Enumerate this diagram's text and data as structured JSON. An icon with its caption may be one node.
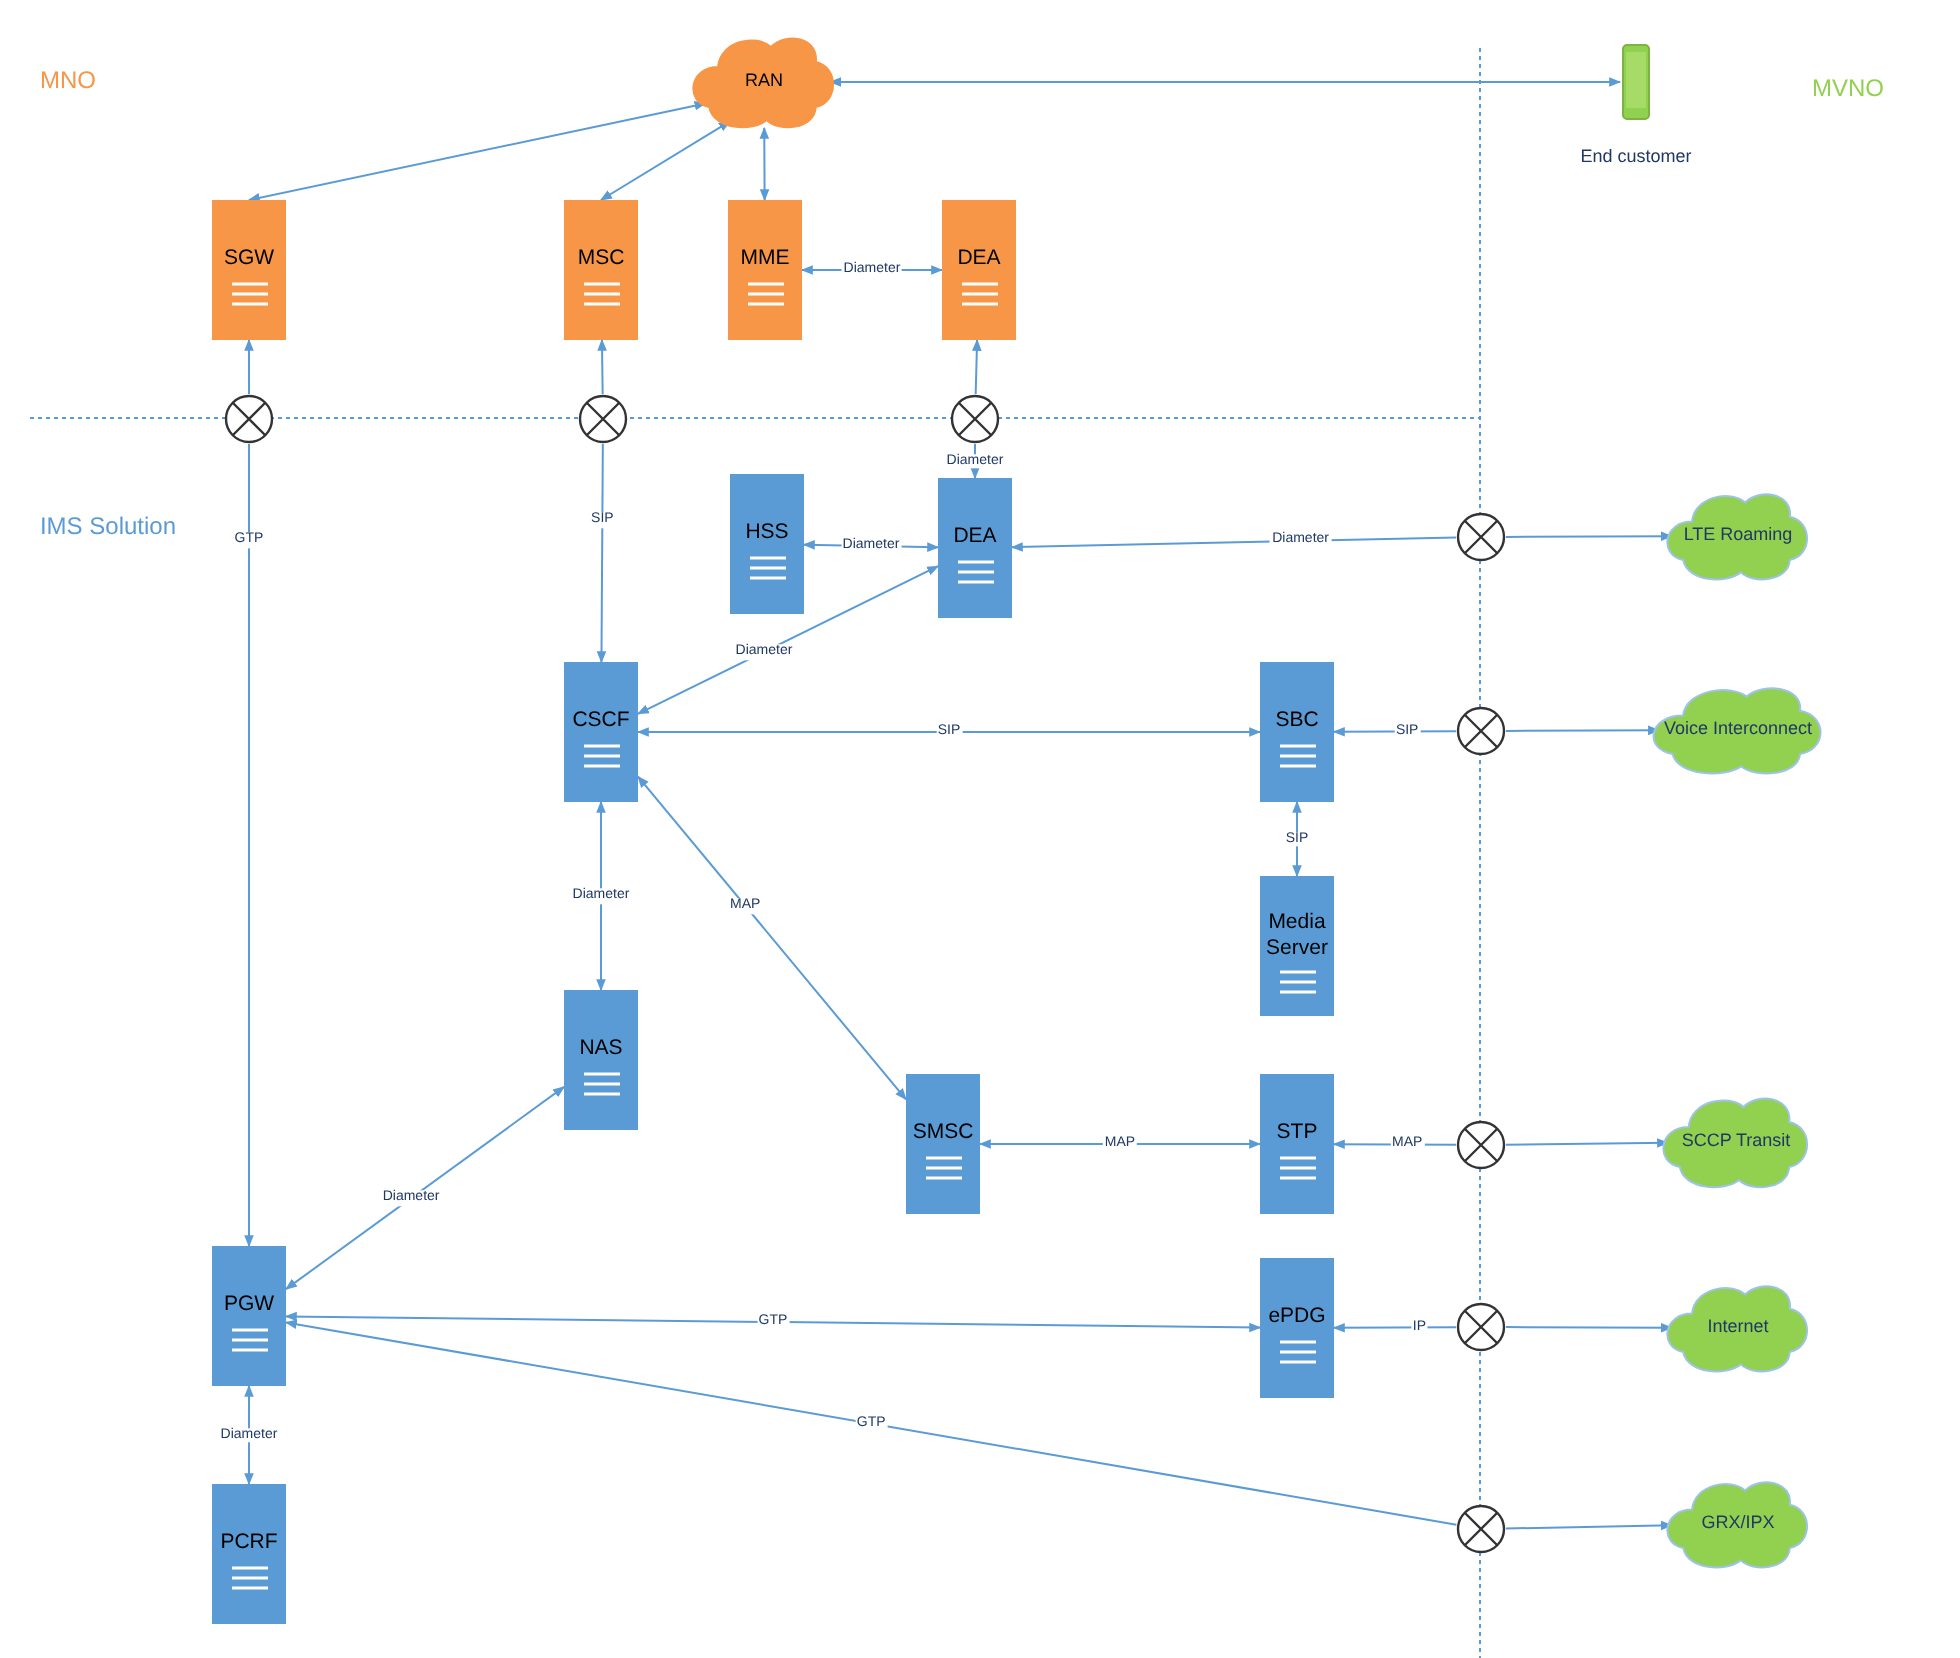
{
  "diagram": {
    "nodes": [
      {
        "text": [
          "RAN"
        ]
      },
      {
        "text": [
          "End customer"
        ]
      },
      {
        "text": [
          "SGW"
        ]
      },
      {
        "text": [
          "MSC"
        ]
      },
      {
        "text": [
          "MME"
        ]
      },
      {
        "text": [
          "DEA"
        ]
      },
      {
        "text": [],
        "shape": "circle"
      },
      {
        "text": [],
        "shape": "circle"
      },
      {
        "text": [],
        "shape": "circle"
      },
      {
        "text": [
          "HSS"
        ]
      },
      {
        "text": [
          "DEA"
        ]
      },
      {
        "text": [],
        "shape": "circle"
      },
      {
        "text": [
          "LTE Roaming"
        ]
      },
      {
        "text": [
          "CSCF"
        ]
      },
      {
        "text": [
          "SBC"
        ]
      },
      {
        "text": [],
        "shape": "circle"
      },
      {
        "text": [
          "Voice Interconnect"
        ]
      },
      {
        "text": [
          "Media Server"
        ]
      },
      {
        "text": [
          "NAS"
        ]
      },
      {
        "text": [
          "SMSC"
        ]
      },
      {
        "text": [
          "STP"
        ]
      },
      {
        "text": [],
        "shape": "circle"
      },
      {
        "text": [
          "SCCP Transit"
        ]
      },
      {
        "text": [
          "PGW"
        ]
      },
      {
        "text": [
          "ePDG"
        ]
      },
      {
        "text": [],
        "shape": "circle"
      },
      {
        "text": [
          "Internet"
        ]
      },
      {
        "text": [
          "PCRF"
        ]
      },
      {
        "text": [],
        "shape": "circle"
      },
      {
        "text": [
          "GRX/IPX"
        ]
      }
    ],
    "edges": [
      {
        "from": 0,
        "to": 2,
        "arrow": "both"
      },
      {
        "from": 0,
        "to": 3,
        "arrow": "both"
      },
      {
        "from": 0,
        "to": 4,
        "arrow": "both"
      },
      {
        "from": 0,
        "to": 1,
        "arrow": "both"
      },
      {
        "from": 4,
        "to": 5,
        "arrow": "both",
        "label": "Diameter"
      },
      {
        "from": 6,
        "to": 2,
        "arrow": "to"
      },
      {
        "from": 6,
        "to": 23,
        "arrow": "to",
        "label": "GTP"
      },
      {
        "from": 7,
        "to": 3,
        "arrow": "to"
      },
      {
        "from": 7,
        "to": 13,
        "arrow": "to",
        "label": "SIP"
      },
      {
        "from": 8,
        "to": 5,
        "arrow": "to"
      },
      {
        "from": 8,
        "to": 10,
        "arrow": "to",
        "label": "Diameter"
      },
      {
        "from": 9,
        "to": 10,
        "arrow": "both",
        "label": "Diameter"
      },
      {
        "from": 11,
        "to": 10,
        "arrow": "to",
        "label": "Diameter"
      },
      {
        "from": 11,
        "to": 12,
        "arrow": "to"
      },
      {
        "from": 10,
        "to": 13,
        "arrow": "both",
        "label": "Diameter"
      },
      {
        "from": 13,
        "to": 14,
        "arrow": "both",
        "label": "SIP"
      },
      {
        "from": 15,
        "to": 14,
        "arrow": "to",
        "label": "SIP"
      },
      {
        "from": 15,
        "to": 16,
        "arrow": "to"
      },
      {
        "from": 14,
        "to": 17,
        "arrow": "both",
        "label": "SIP"
      },
      {
        "from": 13,
        "to": 18,
        "arrow": "both",
        "label": "Diameter"
      },
      {
        "from": 13,
        "to": 19,
        "arrow": "both",
        "label": "MAP"
      },
      {
        "from": 18,
        "to": 23,
        "arrow": "both",
        "label": "Diameter"
      },
      {
        "from": 19,
        "to": 20,
        "arrow": "both",
        "label": "MAP"
      },
      {
        "from": 21,
        "to": 20,
        "arrow": "to",
        "label": "MAP"
      },
      {
        "from": 21,
        "to": 22,
        "arrow": "to"
      },
      {
        "from": 23,
        "to": 24,
        "arrow": "both",
        "label": "GTP"
      },
      {
        "from": 25,
        "to": 24,
        "arrow": "to",
        "label": "IP"
      },
      {
        "from": 25,
        "to": 26,
        "arrow": "to"
      },
      {
        "from": 23,
        "to": 27,
        "arrow": "both",
        "label": "Diameter"
      },
      {
        "from": 28,
        "to": 23,
        "arrow": "to",
        "label": "GTP"
      },
      {
        "from": 28,
        "to": 29,
        "arrow": "to"
      }
    ],
    "labels": [
      "MNO",
      "MVNO",
      "IMS Solution"
    ]
  }
}
